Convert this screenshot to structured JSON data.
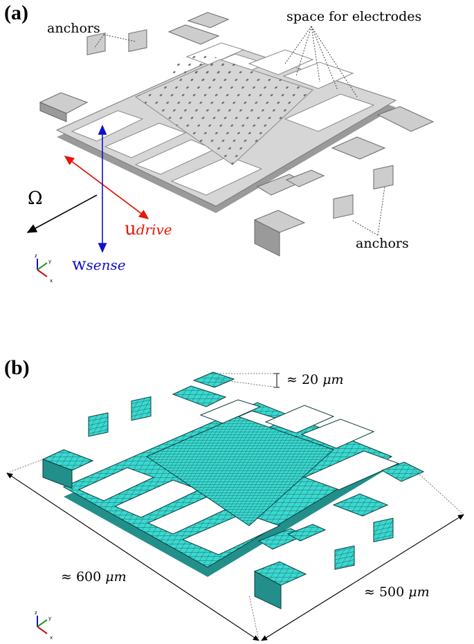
{
  "panel_a": {
    "label": "(a)",
    "annotations": {
      "anchors_top": "anchors",
      "anchors_bottom": "anchors",
      "electrodes": "space for electrodes"
    },
    "symbols": {
      "omega": "Ω",
      "u_base": "u",
      "u_sub": "drive",
      "w_base": "w",
      "w_sub": "sense"
    },
    "triad": {
      "z": "z",
      "y": "y",
      "x": "x"
    },
    "colors": {
      "structure": "#cfcfcf",
      "drive_arrow": "#e8160c",
      "sense_arrow": "#1010c8",
      "omega_arrow": "#000000"
    }
  },
  "panel_b": {
    "label": "(b)",
    "dimensions": {
      "thickness_approx": "≈",
      "thickness_value": "20",
      "thickness_unit": "μm",
      "length_approx": "≈",
      "length_value": "600",
      "length_unit": "μm",
      "width_approx": "≈",
      "width_value": "500",
      "width_unit": "μm"
    },
    "triad": {
      "z": "z",
      "y": "y",
      "x": "x"
    },
    "colors": {
      "mesh": "#3ad8d0",
      "mesh_lines": "#0b3b3a"
    }
  }
}
